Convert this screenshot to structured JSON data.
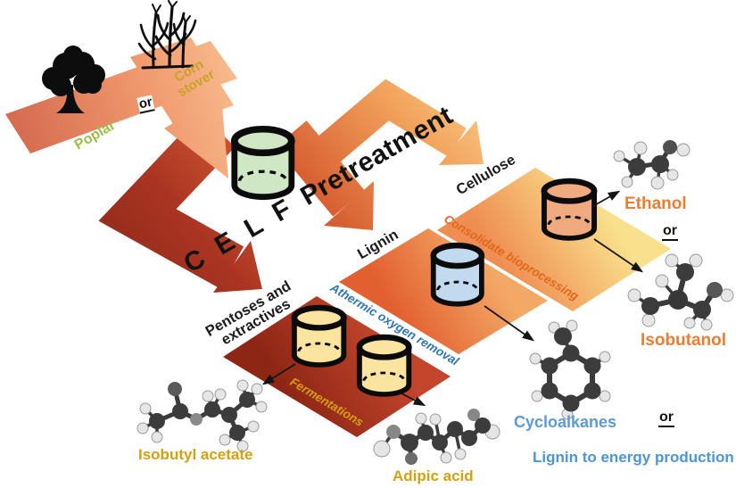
{
  "title": "C E L F Pretreatment",
  "feedstocks": {
    "poplar": "Poplar",
    "or": "or",
    "corn_stover": "Corn stover"
  },
  "streams": {
    "cellulose": {
      "label": "Cellulose",
      "process": "Consolidate bioprocessing"
    },
    "lignin": {
      "label": "Lignin",
      "process": "Athermic oxygen removal"
    },
    "pentoses": {
      "label": "Pentoses and\nextractives",
      "process": "Fermentations"
    }
  },
  "products": {
    "ethanol": "Ethanol",
    "or_cellulose": "or",
    "isobutanol": "Isobutanol",
    "cycloalkanes": "Cycloalkanes",
    "or_lignin": "or",
    "lignin_energy": "Lignin to energy production",
    "isobutyl_acetate": "Isobutyl acetate",
    "adipic_acid": "Adipic acid"
  },
  "colors": {
    "ribbon_dark_red": "#7f2415",
    "ribbon_orange": "#d96234",
    "ribbon_yellow": "#fbda96",
    "biomass_salmon": "#e88960",
    "reactor_green": "#cfe7c4",
    "reactor_orange": "#f0aa80",
    "reactor_blue": "#c2daf0",
    "reactor_yellow": "#fbe49f",
    "label_poplar": "#9bbf4a",
    "label_corn": "#c9a227",
    "process_consolidate": "#e3661d",
    "process_athermic": "#2e75b6",
    "process_fermentations": "#d5a010",
    "product_orange": "#ed7d31",
    "product_blue": "#5b9bd5",
    "product_gold": "#d5a010"
  },
  "icons": {
    "poplar_tree": "black tree silhouette",
    "corn_stover": "black corn stalk silhouette",
    "reactor_cylinder": "thick-outlined cylinder vessel",
    "molecule": "grayscale ball-and-stick model",
    "flow_arrow": "wide gradient ribbon arrow"
  }
}
